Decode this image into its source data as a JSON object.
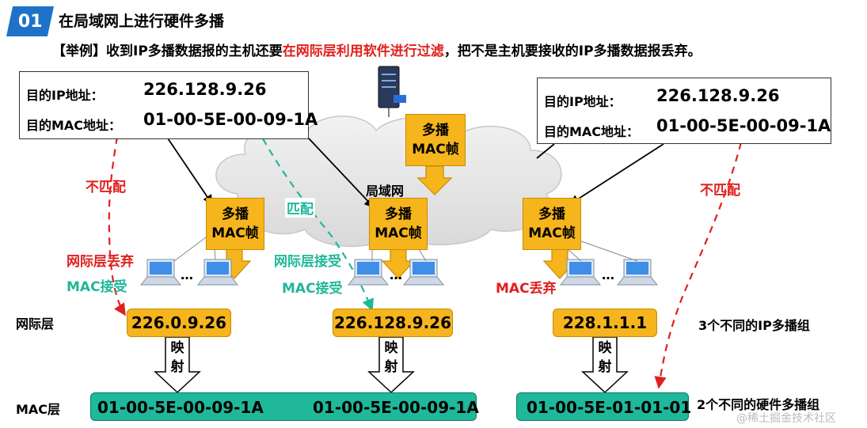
{
  "header": {
    "badge": "01",
    "title": "在局域网上进行硬件多播",
    "subtitle_pre": "【举例】收到IP多播数据报的主机还要",
    "subtitle_red": "在网际层利用软件进行过滤",
    "subtitle_post": "，把不是主机要接收的IP多播数据报丢弃。"
  },
  "left_box": {
    "ip_label": "目的IP地址：",
    "ip_value": "226.128.9.26",
    "mac_label": "目的MAC地址：",
    "mac_value": "01-00-5E-00-09-1A"
  },
  "right_box": {
    "ip_label": "目的IP地址：",
    "ip_value": "226.128.9.26",
    "mac_label": "目的MAC地址：",
    "mac_value": "01-00-5E-00-09-1A"
  },
  "server_icon": "server-icon",
  "server_frame": {
    "line1": "多播",
    "line2": "MAC帧"
  },
  "frames": [
    {
      "line1": "多播",
      "line2": "MAC帧"
    },
    {
      "line1": "多播",
      "line2": "MAC帧"
    },
    {
      "line1": "多播",
      "line2": "MAC帧"
    }
  ],
  "lan_label": "局域网",
  "labels": {
    "mismatch_left": "不匹配",
    "match": "匹配",
    "mismatch_right": "不匹配",
    "net_discard": "网际层丢弃",
    "mac_accept_left": "MAC接受",
    "net_accept": "网际层接受",
    "mac_accept_mid": "MAC接受",
    "mac_discard": "MAC丢弃",
    "ellipsis": "…"
  },
  "layers": {
    "network": "网际层",
    "mac": "MAC层"
  },
  "ip_groups": [
    "226.0.9.26",
    "226.128.9.26",
    "228.1.1.1"
  ],
  "ip_note": "3个不同的IP多播组",
  "mapping": {
    "line1": "映",
    "line2": "射"
  },
  "mac_groups": {
    "bar1_a": "01-00-5E-00-09-1A",
    "bar1_b": "01-00-5E-00-09-1A",
    "bar2": "01-00-5E-01-01-01"
  },
  "mac_note": "2个不同的硬件多播组",
  "watermark": "@稀土掘金技术社区",
  "colors": {
    "badge": "#1e73c8",
    "frame": "#f6b51c",
    "mac_bar": "#1fb89a",
    "red": "#e0201e",
    "green_dash": "#1fb89a"
  }
}
